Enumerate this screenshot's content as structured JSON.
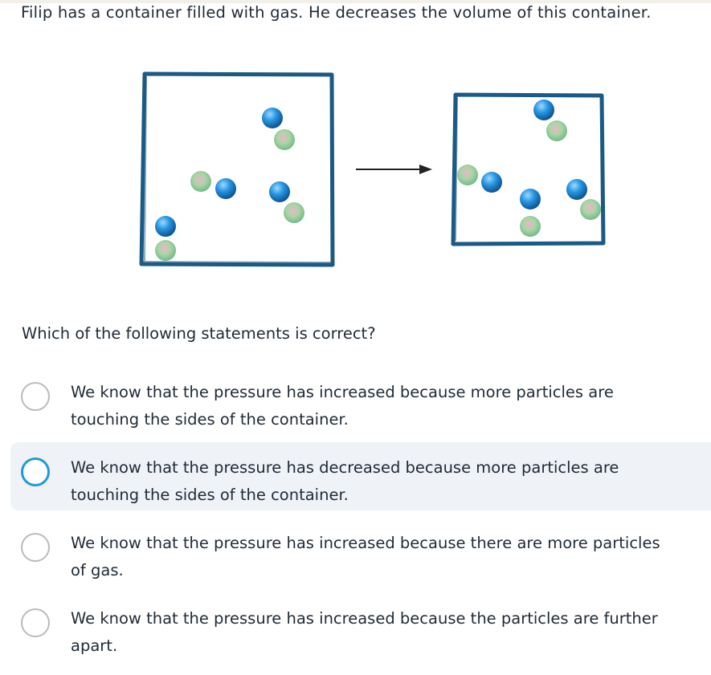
{
  "question": {
    "text": "Filip has a container filled with gas. He decreases the volume of this container.",
    "prompt": "Which of the following statements is correct?"
  },
  "colors": {
    "container": "#1b5a86",
    "particle_blue": "#1e88d6",
    "particle_green": "#9fd49a",
    "radio_border": "#b8bcc0",
    "radio_active": "#1d9bd7",
    "hover_bg": "#eff2f7"
  },
  "options": [
    {
      "line1": "We know that the pressure has increased because more particles are",
      "line2": "touching the sides of the container."
    },
    {
      "line1": "We know that the pressure has decreased because more particles are",
      "line2": "touching the sides of the container."
    },
    {
      "line1": "We know that the pressure has increased because there are more particles",
      "line2": "of gas."
    },
    {
      "line1": "We know that the pressure has increased because the particles are further",
      "line2": "apart."
    }
  ]
}
